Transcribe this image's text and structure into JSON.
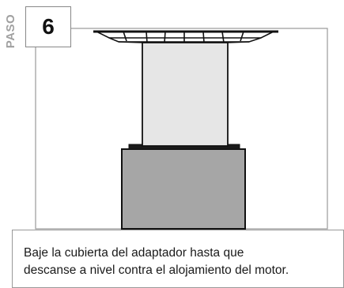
{
  "step": {
    "label": "PASO",
    "number": "6"
  },
  "illustration": {
    "subject": "adapter-cover-on-motor-housing"
  },
  "caption": {
    "line1": "Baje la cubierta del adaptador hasta que",
    "line2": "descanse a nivel contra el alojamiento del motor."
  }
}
